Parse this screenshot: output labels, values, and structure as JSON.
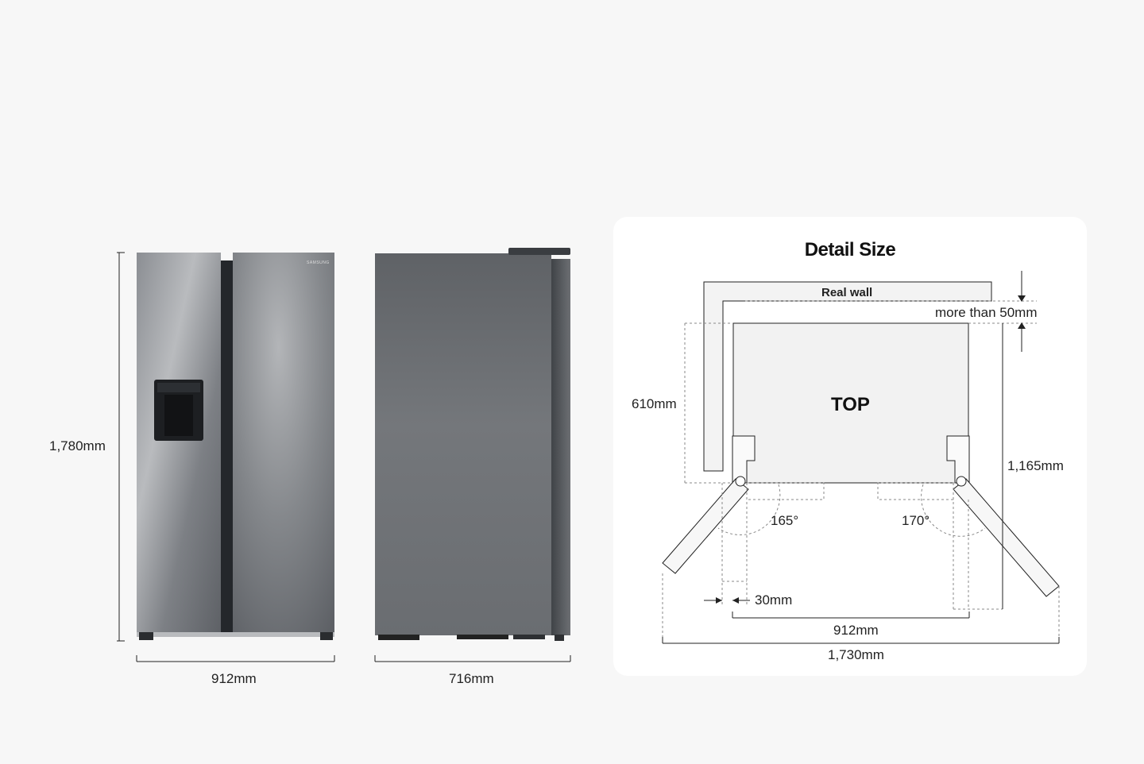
{
  "front_view": {
    "height_label": "1,780mm",
    "width_label": "912mm",
    "brand": "SAMSUNG"
  },
  "side_view": {
    "depth_label": "716mm"
  },
  "detail": {
    "title": "Detail Size",
    "real_wall": "Real wall",
    "clearance": "more than 50mm",
    "top_label": "TOP",
    "depth_label": "610mm",
    "open_depth_label": "1,165mm",
    "left_angle": "165°",
    "right_angle": "170°",
    "gap_label": "30mm",
    "width_label": "912mm",
    "open_width_label": "1,730mm"
  },
  "colors": {
    "background": "#f7f7f7",
    "card": "#ffffff",
    "fridge_steel": "#6b6e73",
    "line": "#222222"
  }
}
